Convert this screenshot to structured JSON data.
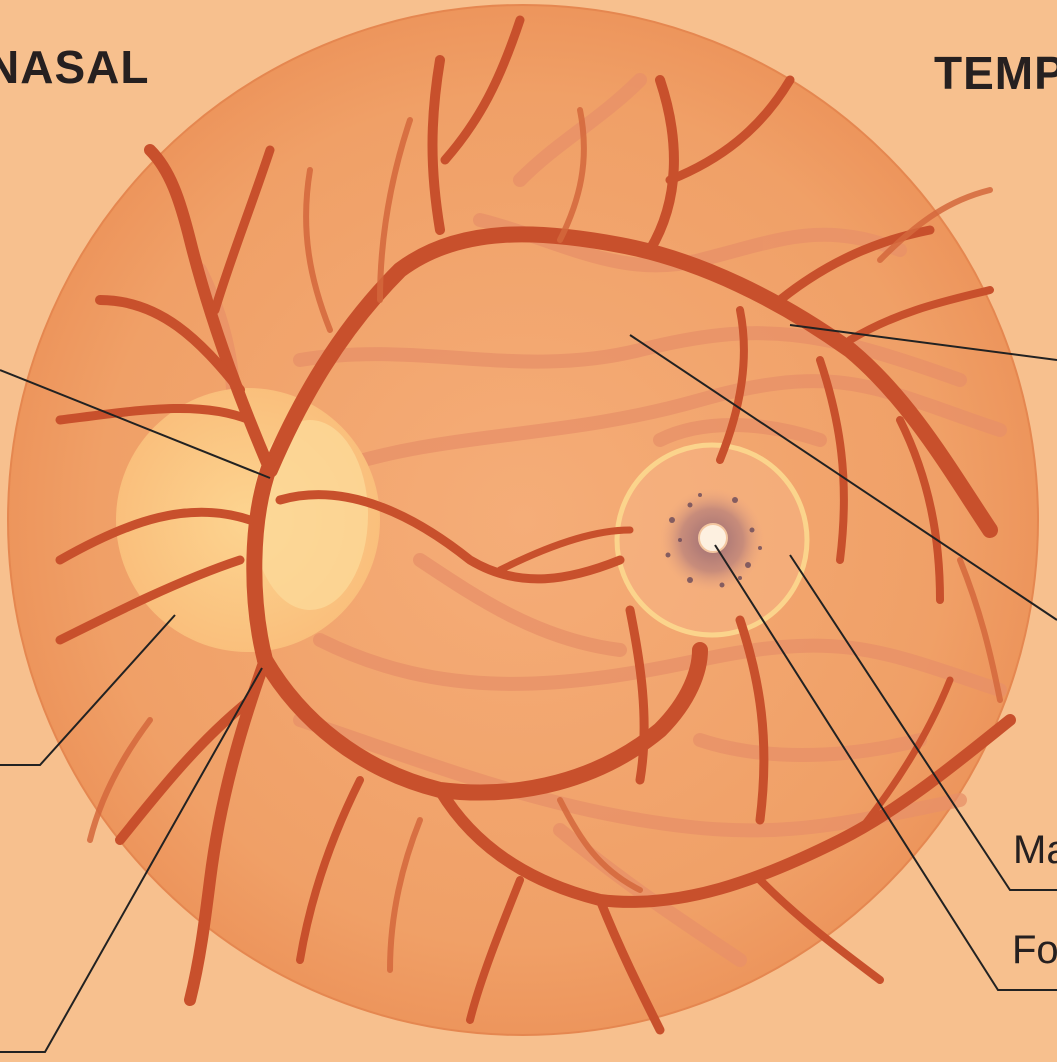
{
  "headings": {
    "left": "NASAL",
    "right": "TEMPORAL"
  },
  "labels": {
    "macula": "Macula",
    "fovea": "Fovea"
  },
  "colors": {
    "background": "#f7c08e",
    "retina": "#ef9a5f",
    "retina_center": "#f5ad78",
    "optic_disc": "#fcc983",
    "macula_ring": "#fbd48c",
    "vessel_dark": "#c8502c",
    "vessel_light": "#e08660",
    "fovea_pigment": "#7a5a6a",
    "leader_line": "#222222"
  }
}
